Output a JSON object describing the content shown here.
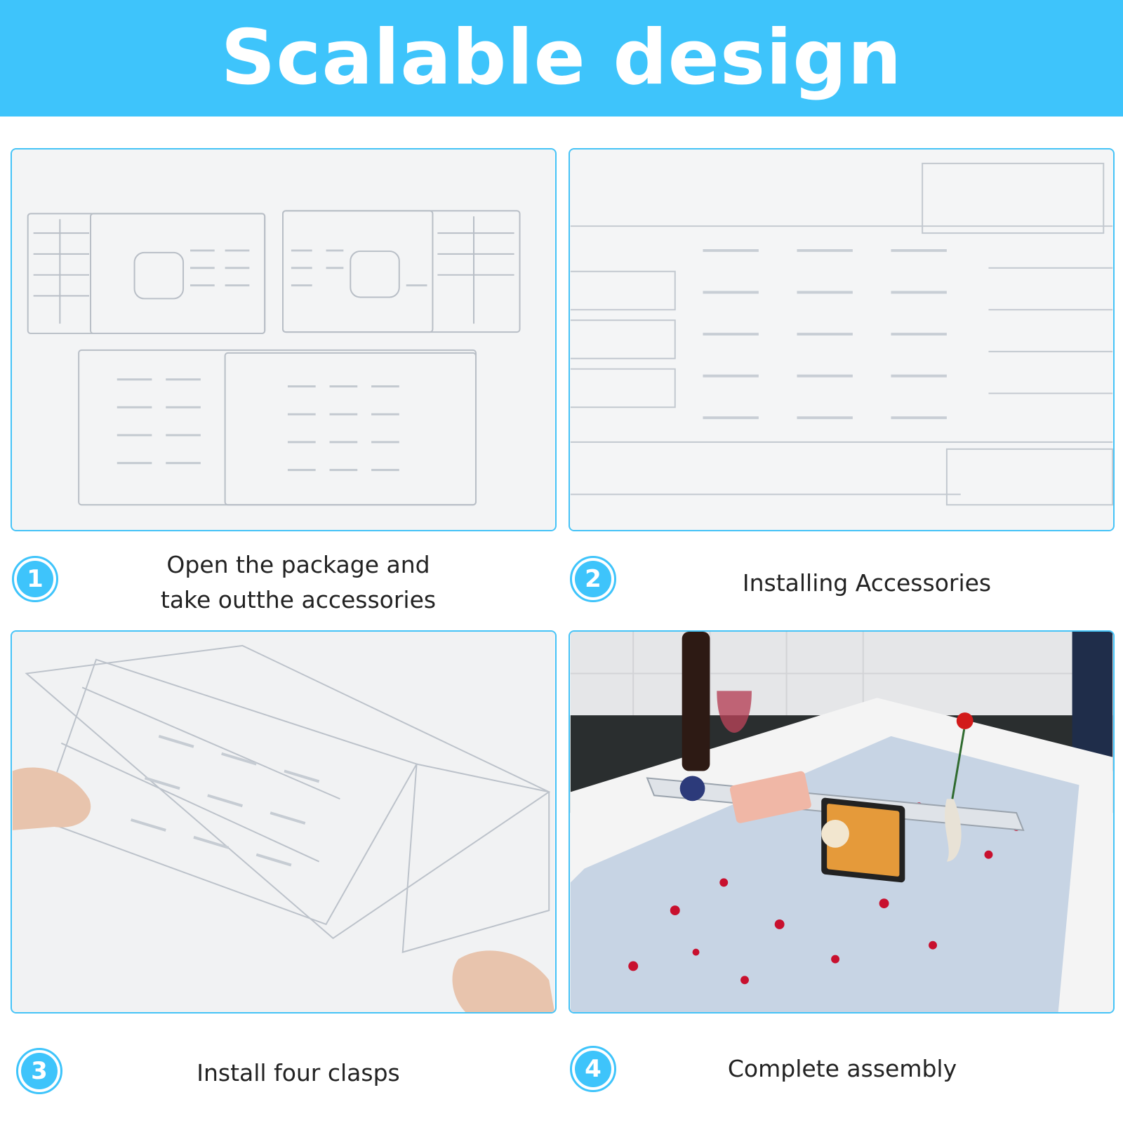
{
  "banner": {
    "title": "Scalable design"
  },
  "colors": {
    "accent": "#3ec4fb",
    "banner_text": "#ffffff",
    "caption_text": "#222222"
  },
  "steps": [
    {
      "number": "1",
      "caption_lines": [
        "Open the package and",
        "take outthe accessories"
      ]
    },
    {
      "number": "2",
      "caption": "Installing Accessories"
    },
    {
      "number": "3",
      "caption": "Install four clasps"
    },
    {
      "number": "4",
      "caption": "Complete assembly"
    }
  ]
}
